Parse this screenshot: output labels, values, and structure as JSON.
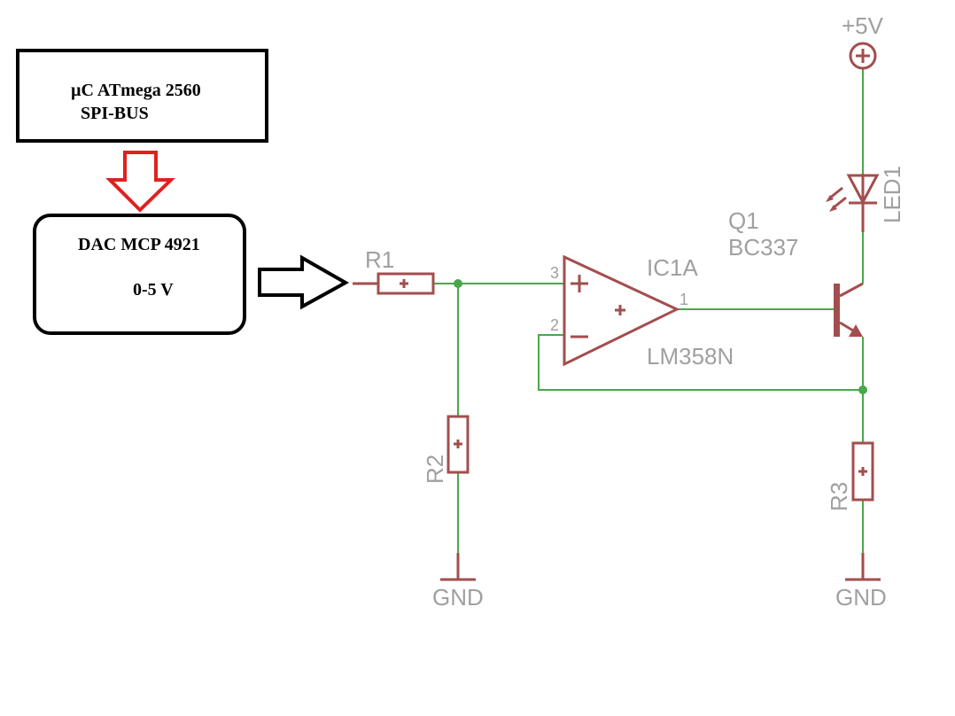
{
  "blocks": {
    "mcu": {
      "line1": "µC  ATmega 2560",
      "line2": "SPI-BUS"
    },
    "dac": {
      "line1": "DAC MCP 4921",
      "line2": "0-5 V"
    }
  },
  "labels": {
    "r1": "R1",
    "r2": "R2",
    "r3": "R3",
    "ic_name": "IC1A",
    "ic_part": "LM358N",
    "q_name": "Q1",
    "q_part": "BC337",
    "led": "LED1",
    "vcc": "+5V",
    "gnd_left": "GND",
    "gnd_right": "GND"
  },
  "pins": {
    "noninv": "3",
    "inv": "2",
    "out": "1"
  },
  "colors": {
    "wire": "#4aa74a",
    "component": "#a34e4e",
    "label": "#a0a0a0",
    "arrow_red": "#e02020"
  }
}
